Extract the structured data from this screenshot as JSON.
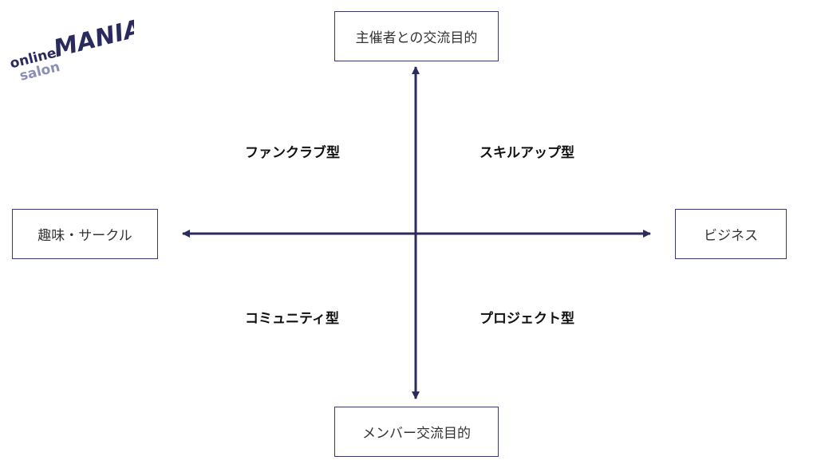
{
  "logo": {
    "line1": "online",
    "line2": "salon",
    "brand": "MANIA"
  },
  "axes": {
    "top": "主催者との交流目的",
    "bottom": "メンバー交流目的",
    "left": "趣味・サークル",
    "right": "ビジネス"
  },
  "quadrants": {
    "top_left": "ファンクラブ型",
    "top_right": "スキルアップ型",
    "bottom_left": "コミュニティ型",
    "bottom_right": "プロジェクト型"
  },
  "colors": {
    "axis": "#2b2b5e",
    "logo_dark": "#2a2b5c",
    "logo_light": "#8a8fb5"
  }
}
